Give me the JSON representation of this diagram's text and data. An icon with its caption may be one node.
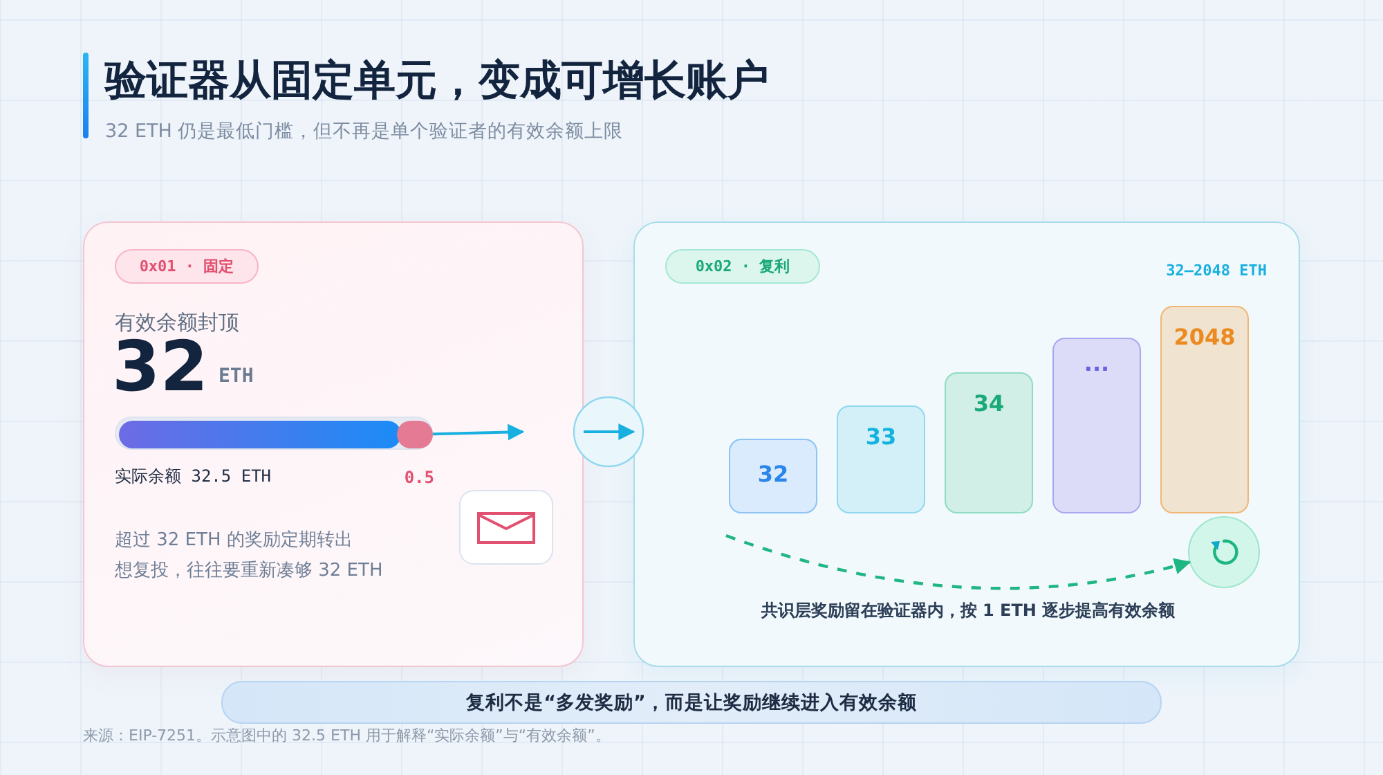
{
  "diagram": {
    "title": "验证器从固定单元，变成可增长账户",
    "caption": "来源：EIP-7251。示意图中的 32.5 ETH 用于解释“实际余额”与“有效余额”。",
    "nodes": [
      {
        "text": [
          "有效余额封顶",
          "32",
          "ETH",
          "超过 32 ETH 的奖励定期转出",
          "想复投，往往要重新凑够 32 ETH"
        ]
      },
      {
        "text": [
          "0x01 · 固定"
        ],
        "in": 0
      },
      {
        "text": [],
        "shape": "bar",
        "in": 0,
        "beside": [
          "实际余额 32.5 ETH"
        ]
      },
      {
        "text": [],
        "shape": "bar",
        "in": 2
      },
      {
        "text": [],
        "shape": "bar",
        "in": 2,
        "beside": [
          "0.5"
        ]
      },
      {
        "text": [
          "32–2048 ETH",
          "共识层奖励留在验证器内，按 1 ETH 逐步提高有效余额"
        ]
      },
      {
        "text": [
          "0x02 · 复利"
        ],
        "in": 5
      },
      {
        "text": [
          "32"
        ],
        "in": 5
      },
      {
        "text": [
          "33"
        ],
        "in": 5
      },
      {
        "text": [
          "34"
        ],
        "in": 5
      },
      {
        "text": [
          "···"
        ],
        "in": 5
      },
      {
        "text": [
          "2048"
        ],
        "in": 5
      },
      {
        "text": [],
        "shape": "circle",
        "in": 5
      },
      {
        "text": [
          "复利不是“多发奖励”，而是让奖励继续进入有效余额"
        ]
      }
    ],
    "edges": [
      {
        "from": 4,
        "to": null,
        "arrow": "to"
      },
      {
        "from": 0,
        "to": 5,
        "arrow": "to"
      },
      {
        "from": null,
        "to": 12,
        "arrow": "to",
        "style": "dashed",
        "color": "#1fb683"
      }
    ],
    "labels": [
      "32 ETH 仍是最低门槛，但不再是单个验证者的有效余额上限"
    ]
  }
}
